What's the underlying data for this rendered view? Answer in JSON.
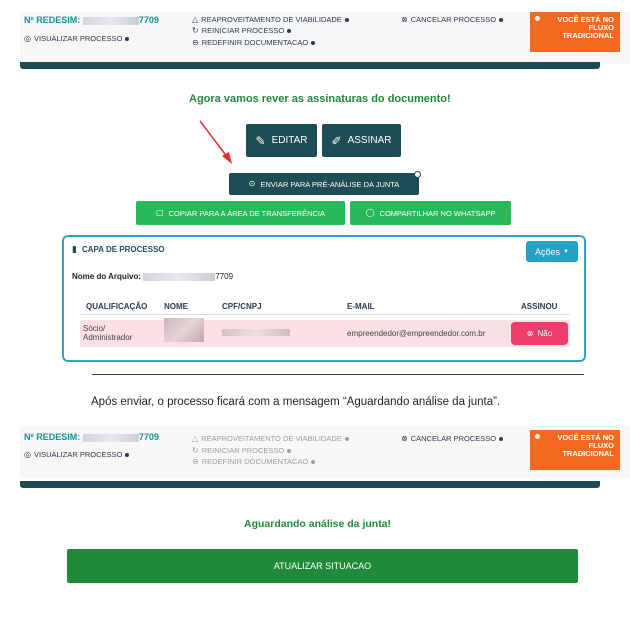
{
  "header1": {
    "redesim_label": "Nº REDESIM:",
    "redesim_suffix": "7709",
    "visualizar": "VISUALIZAR PROCESSO",
    "reaproveitamento": "REAPROVEITAMENTO DE VIABILIDADE",
    "reiniciar": "REINICIAR PROCESSO",
    "redefinir": "REDEFINIR DOCUMENTACAO",
    "cancelar": "CANCELAR PROCESSO",
    "fluxo_line1": "VOCÊ ESTÁ NO",
    "fluxo_line2": "FLUXO",
    "fluxo_line3": "TRADICIONAL"
  },
  "main": {
    "title": "Agora vamos rever as assinaturas do documento!",
    "editar": "EDITAR",
    "assinar": "ASSINAR",
    "enviar": "ENVIAR PARA PRÉ-ANÁLISE DA JUNTA",
    "copiar": "COPIAR PARA A ÁREA DE TRANSFERÊNCIA",
    "whatsapp": "COMPARTILHAR NO WHATSAPP"
  },
  "capa": {
    "title": "CAPA DE PROCESSO",
    "acoes": "Ações",
    "arquivo_label": "Nome do Arquivo:",
    "arquivo_suffix": "7709",
    "columns": [
      "QUALIFICAÇÃO",
      "NOME",
      "CPF/CNPJ",
      "E-MAIL",
      "ASSINOU"
    ],
    "row": {
      "qualificacao_1": "Sócio/",
      "qualificacao_2": "Administrador",
      "email": "empreendedor@empreendedor.com.br",
      "assinou": "Não"
    }
  },
  "caption": "Após enviar, o processo ficará com a mensagem “Aguardando análise da junta”.",
  "header2": {
    "redesim_label": "Nº REDESIM:",
    "redesim_suffix": "7709",
    "visualizar": "VISUALIZAR PROCESSO",
    "reaproveitamento": "REAPROVEITAMENTO DE VIABILIDADE",
    "reiniciar": "REINICIAR PROCESSO",
    "redefinir": "REDEFINIR DOCUMENTACAO",
    "cancelar": "CANCELAR PROCESSO",
    "fluxo_line1": "VOCÊ ESTÁ NO",
    "fluxo_line2": "FLUXO",
    "fluxo_line3": "TRADICIONAL"
  },
  "status": {
    "title": "Aguardando análise da junta!",
    "atualizar": "ATUALIZAR SITUACAO"
  },
  "colors": {
    "teal": "#1a8f93",
    "dark": "#1f4d55",
    "green": "#29b95a",
    "orange": "#f26a1f",
    "pink": "#ee3d6a",
    "blue": "#25a0c6"
  }
}
